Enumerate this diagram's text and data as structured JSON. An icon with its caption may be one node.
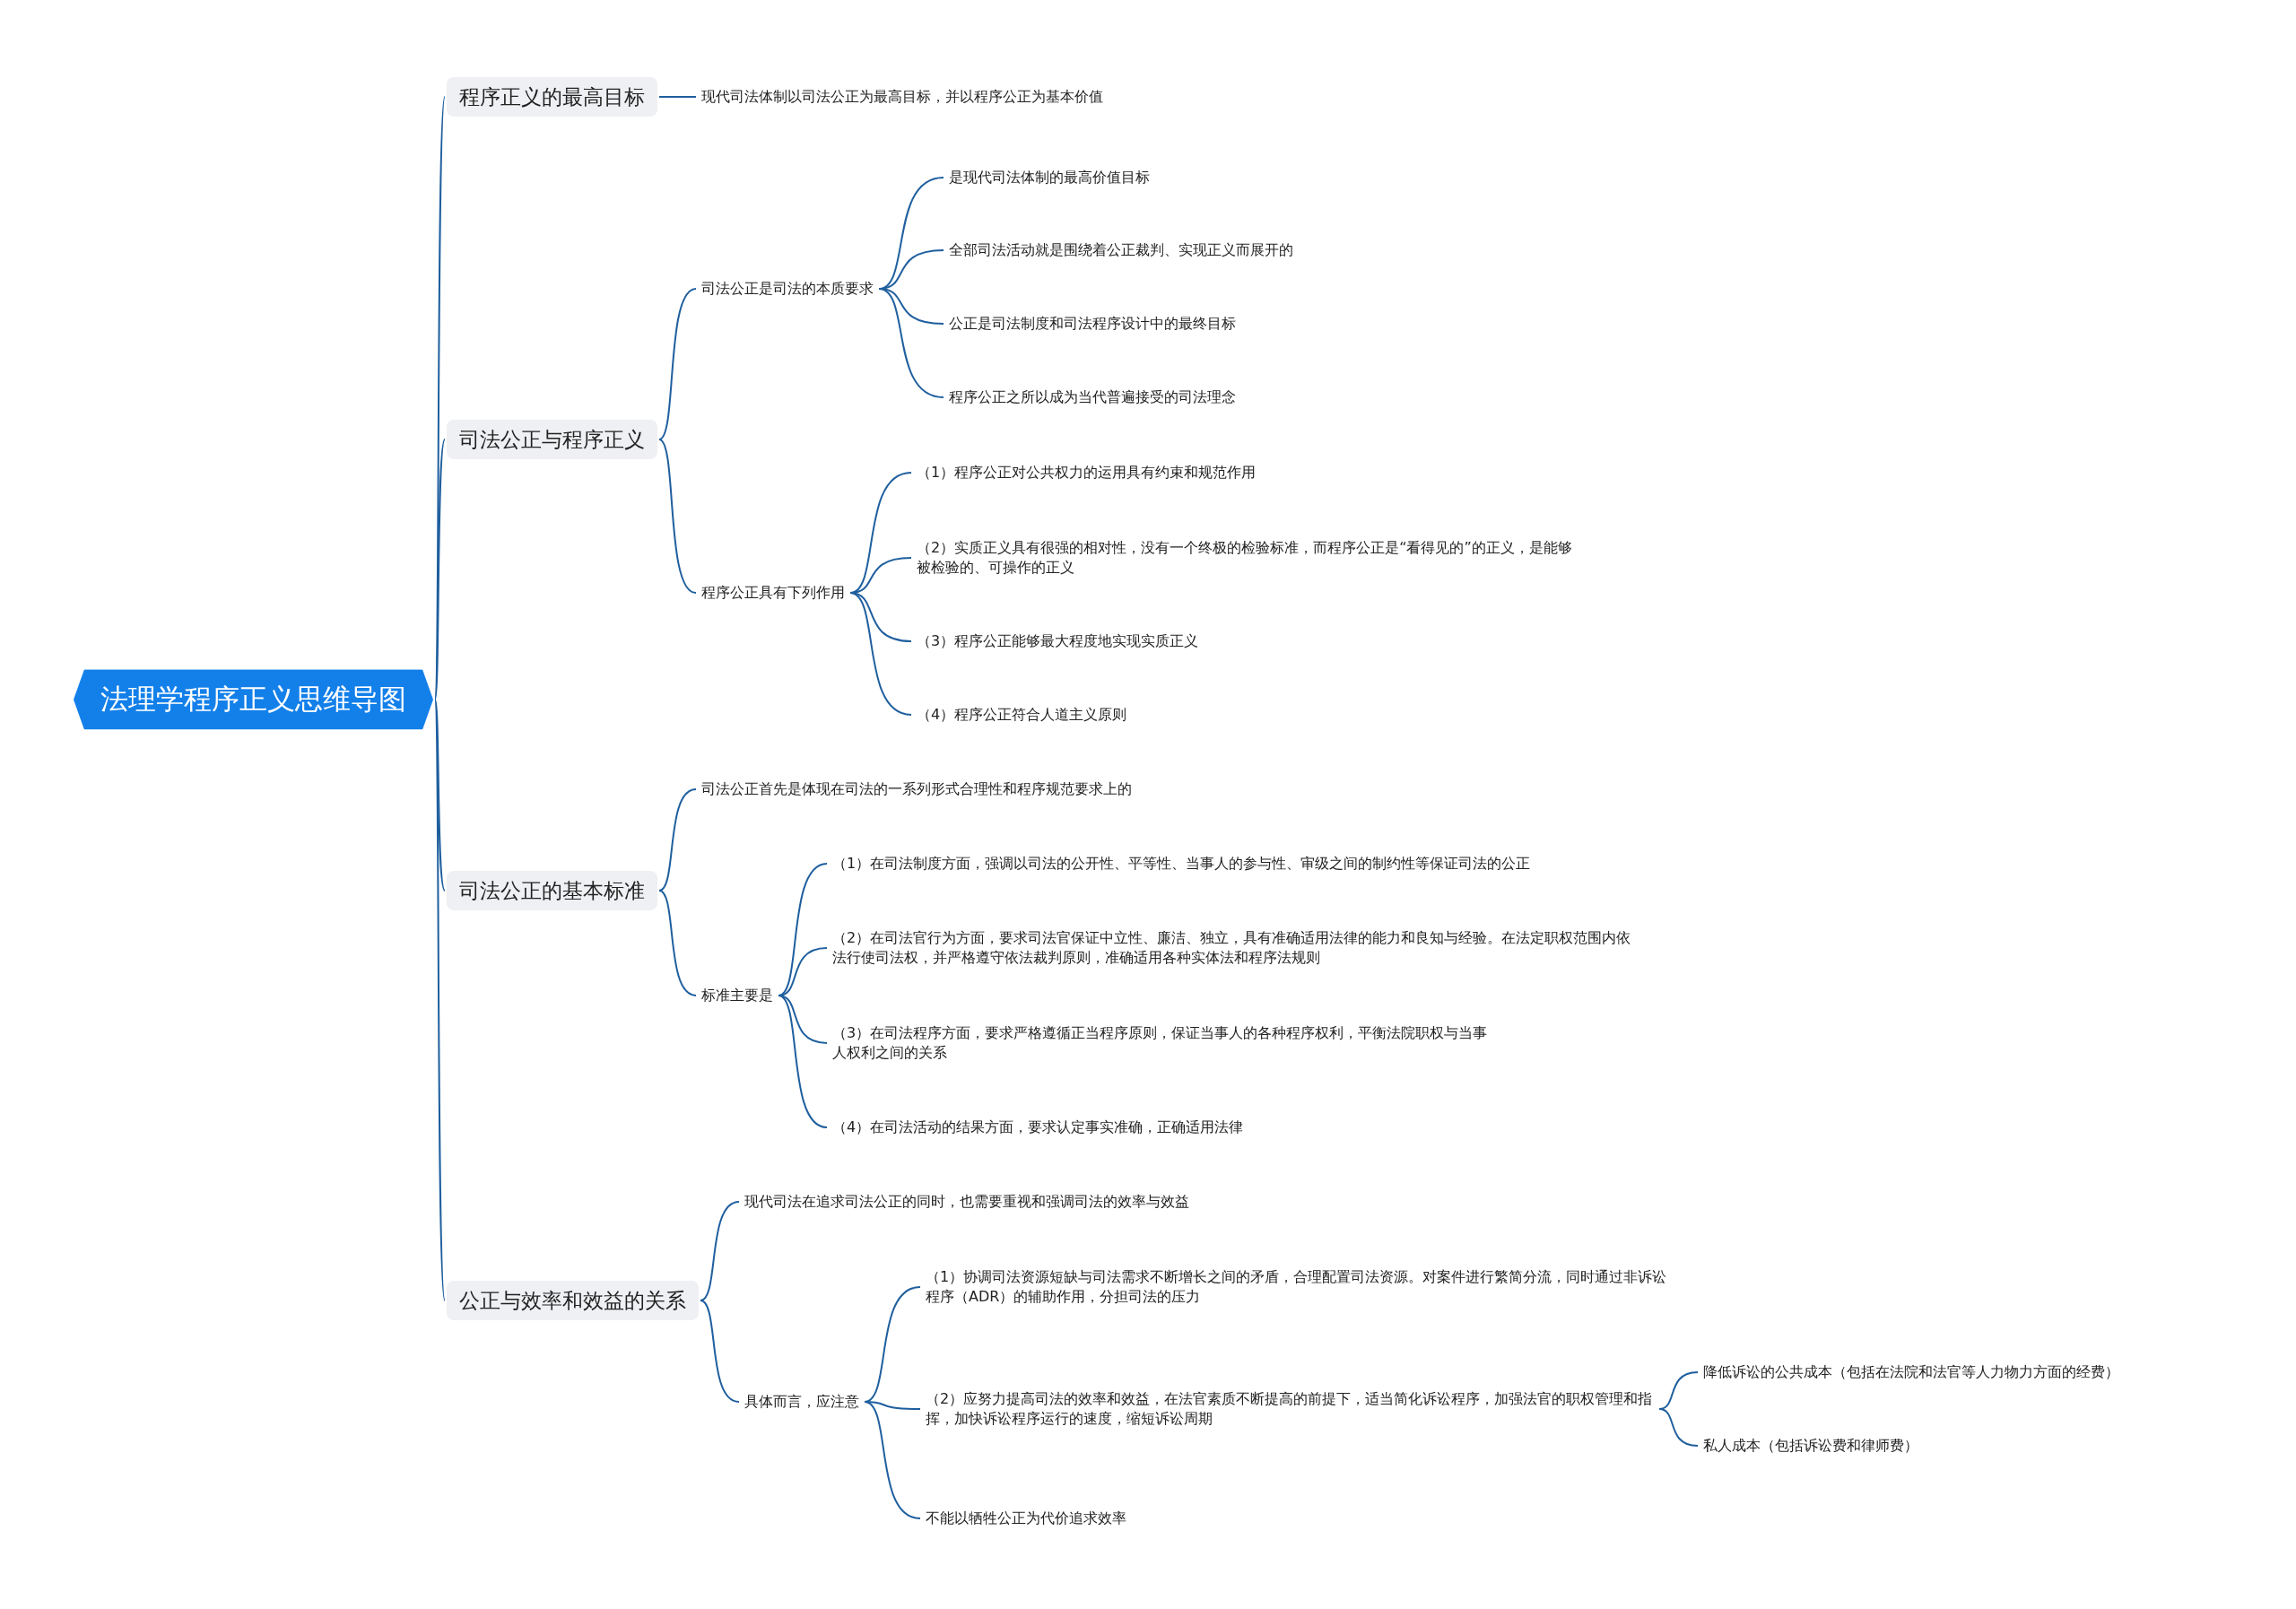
{
  "diagram": {
    "nodes": [
      {
        "text": [
          "法理学程序正义思维导图"
        ]
      },
      {
        "text": [
          "程序正义的最高目标"
        ]
      },
      {
        "text": [
          "现代司法体制以司法公正为最高目标，并以程序公正为基本价值"
        ]
      },
      {
        "text": [
          "司法公正与程序正义"
        ]
      },
      {
        "text": [
          "司法公正是司法的本质要求"
        ]
      },
      {
        "text": [
          "是现代司法体制的最高价值目标"
        ]
      },
      {
        "text": [
          "全部司法活动就是围绕着公正裁判、实现正义而展开的"
        ]
      },
      {
        "text": [
          "公正是司法制度和司法程序设计中的最终目标"
        ]
      },
      {
        "text": [
          "程序公正之所以成为当代普遍接受的司法理念"
        ]
      },
      {
        "text": [
          "程序公正具有下列作用"
        ]
      },
      {
        "text": [
          "（1）程序公正对公共权力的运用具有约束和规范作用"
        ]
      },
      {
        "text": [
          "（2）实质正义具有很强的相对性，没有一个终极的检验标准，而程序公正是“看得见的”的正义，是能够被检验的、可操作的正义"
        ]
      },
      {
        "text": [
          "（3）程序公正能够最大程度地实现实质正义"
        ]
      },
      {
        "text": [
          "（4）程序公正符合人道主义原则"
        ]
      },
      {
        "text": [
          "司法公正的基本标准"
        ]
      },
      {
        "text": [
          "司法公正首先是体现在司法的一系列形式合理性和程序规范要求上的"
        ]
      },
      {
        "text": [
          "标准主要是"
        ]
      },
      {
        "text": [
          "（1）在司法制度方面，强调以司法的公开性、平等性、当事人的参与性、审级之间的制约性等保证司法的公正"
        ]
      },
      {
        "text": [
          "（2）在司法官行为方面，要求司法官保证中立性、廉洁、独立，具有准确适用法律的能力和良知与经验。在法定职权范围内依法行使司法权，并严格遵守依法裁判原则，准确适用各种实体法和程序法规则"
        ]
      },
      {
        "text": [
          "（3）在司法程序方面，要求严格遵循正当程序原则，保证当事人的各种程序权利，平衡法院职权与当事人权利之间的关系"
        ]
      },
      {
        "text": [
          "（4）在司法活动的结果方面，要求认定事实准确，正确适用法律"
        ]
      },
      {
        "text": [
          "公正与效率和效益的关系"
        ]
      },
      {
        "text": [
          "现代司法在追求司法公正的同时，也需要重视和强调司法的效率与效益"
        ]
      },
      {
        "text": [
          "具体而言，应注意"
        ]
      },
      {
        "text": [
          "（1）协调司法资源短缺与司法需求不断增长之间的矛盾，合理配置司法资源。对案件进行繁简分流，同时通过非诉讼程序（ADR）的辅助作用，分担司法的压力"
        ]
      },
      {
        "text": [
          "（2）应努力提高司法的效率和效益，在法官素质不断提高的前提下，适当简化诉讼程序，加强法官的职权管理和指挥，加快诉讼程序运行的速度，缩短诉讼周期"
        ]
      },
      {
        "text": [
          "不能以牺牲公正为代价追求效率"
        ]
      },
      {
        "text": [
          "降低诉讼的公共成本（包括在法院和法官等人力物力方面的经费）"
        ]
      },
      {
        "text": [
          "私人成本（包括诉讼费和律师费）"
        ]
      }
    ],
    "edges": [
      {
        "from": 0,
        "to": 1,
        "arrow": "none"
      },
      {
        "from": 1,
        "to": 2,
        "arrow": "none"
      },
      {
        "from": 0,
        "to": 3,
        "arrow": "none"
      },
      {
        "from": 3,
        "to": 4,
        "arrow": "none"
      },
      {
        "from": 4,
        "to": 5,
        "arrow": "none"
      },
      {
        "from": 4,
        "to": 6,
        "arrow": "none"
      },
      {
        "from": 4,
        "to": 7,
        "arrow": "none"
      },
      {
        "from": 4,
        "to": 8,
        "arrow": "none"
      },
      {
        "from": 3,
        "to": 9,
        "arrow": "none"
      },
      {
        "from": 9,
        "to": 10,
        "arrow": "none"
      },
      {
        "from": 9,
        "to": 11,
        "arrow": "none"
      },
      {
        "from": 9,
        "to": 12,
        "arrow": "none"
      },
      {
        "from": 9,
        "to": 13,
        "arrow": "none"
      },
      {
        "from": 0,
        "to": 14,
        "arrow": "none"
      },
      {
        "from": 14,
        "to": 15,
        "arrow": "none"
      },
      {
        "from": 14,
        "to": 16,
        "arrow": "none"
      },
      {
        "from": 16,
        "to": 17,
        "arrow": "none"
      },
      {
        "from": 16,
        "to": 18,
        "arrow": "none"
      },
      {
        "from": 16,
        "to": 19,
        "arrow": "none"
      },
      {
        "from": 16,
        "to": 20,
        "arrow": "none"
      },
      {
        "from": 0,
        "to": 21,
        "arrow": "none"
      },
      {
        "from": 21,
        "to": 22,
        "arrow": "none"
      },
      {
        "from": 21,
        "to": 23,
        "arrow": "none"
      },
      {
        "from": 23,
        "to": 24,
        "arrow": "none"
      },
      {
        "from": 23,
        "to": 25,
        "arrow": "none"
      },
      {
        "from": 23,
        "to": 26,
        "arrow": "none"
      },
      {
        "from": 25,
        "to": 27,
        "arrow": "none"
      },
      {
        "from": 25,
        "to": 28,
        "arrow": "none"
      }
    ]
  }
}
